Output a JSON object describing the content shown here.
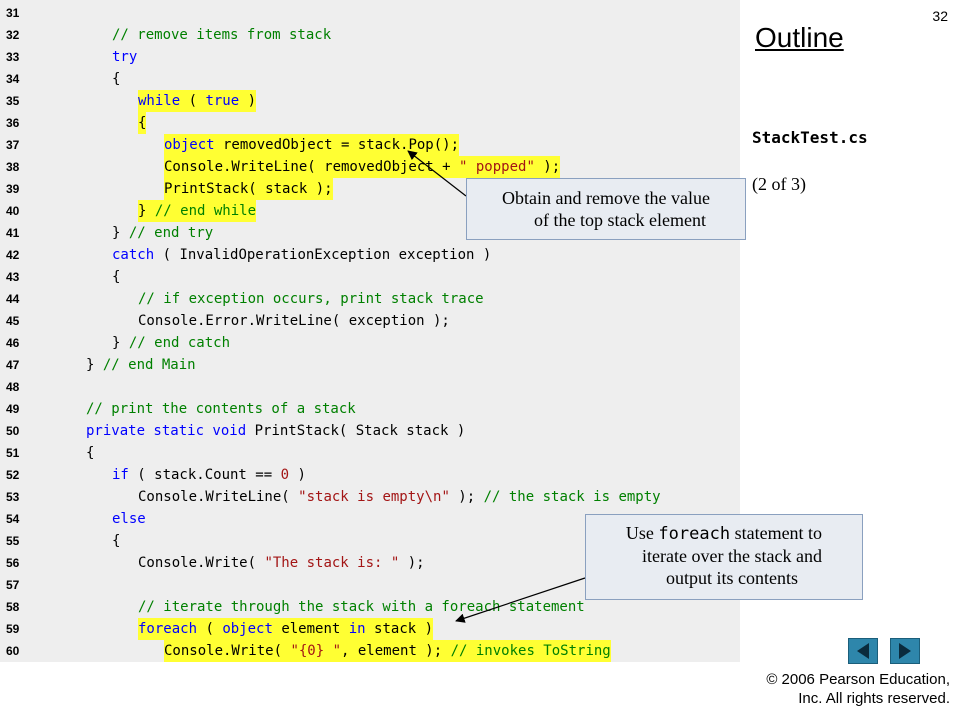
{
  "slide_number": "32",
  "outline": {
    "title": "Outline"
  },
  "sidebar": {
    "filename": "StackTest.cs",
    "page_of": "(2 of 3)"
  },
  "callouts": {
    "pop": {
      "line1": "Obtain and remove the value",
      "line2": "of the top stack element"
    },
    "foreach": {
      "prefix": "Use ",
      "keyword": "foreach",
      "suffix": " statement to",
      "line2": "iterate over the stack and",
      "line3": "output its contents"
    }
  },
  "copyright": {
    "line1": "© 2006 Pearson Education,",
    "line2": "Inc.  All rights reserved."
  },
  "nav": {
    "prev_icon": "prev-arrow-icon",
    "next_icon": "next-arrow-icon",
    "color": "#2e86ab"
  },
  "code": [
    {
      "num": "31",
      "indent": 0,
      "hl": false,
      "tokens": []
    },
    {
      "num": "32",
      "indent": 2,
      "hl": false,
      "tokens": [
        {
          "t": "cm",
          "v": "// remove items from stack"
        }
      ]
    },
    {
      "num": "33",
      "indent": 2,
      "hl": false,
      "tokens": [
        {
          "t": "kw",
          "v": "try"
        }
      ]
    },
    {
      "num": "34",
      "indent": 2,
      "hl": false,
      "tokens": [
        {
          "t": "n",
          "v": "{"
        }
      ]
    },
    {
      "num": "35",
      "indent": 3,
      "hl": true,
      "tokens": [
        {
          "t": "kw",
          "v": "while"
        },
        {
          "t": "n",
          "v": " ( "
        },
        {
          "t": "kw",
          "v": "true"
        },
        {
          "t": "n",
          "v": " )"
        }
      ]
    },
    {
      "num": "36",
      "indent": 3,
      "hl": true,
      "tokens": [
        {
          "t": "n",
          "v": "{"
        }
      ]
    },
    {
      "num": "37",
      "indent": 4,
      "hl": true,
      "tokens": [
        {
          "t": "kw",
          "v": "object"
        },
        {
          "t": "n",
          "v": " removedObject = stack.Pop();"
        }
      ]
    },
    {
      "num": "38",
      "indent": 4,
      "hl": true,
      "tokens": [
        {
          "t": "n",
          "v": "Console.WriteLine( removedObject + "
        },
        {
          "t": "st",
          "v": "\" popped\""
        },
        {
          "t": "n",
          "v": " );"
        }
      ]
    },
    {
      "num": "39",
      "indent": 4,
      "hl": true,
      "tokens": [
        {
          "t": "n",
          "v": "PrintStack( stack );"
        }
      ]
    },
    {
      "num": "40",
      "indent": 3,
      "hl": true,
      "tokens": [
        {
          "t": "n",
          "v": "} "
        },
        {
          "t": "cm",
          "v": "// end while"
        }
      ]
    },
    {
      "num": "41",
      "indent": 2,
      "hl": false,
      "tokens": [
        {
          "t": "n",
          "v": "} "
        },
        {
          "t": "cm",
          "v": "// end try"
        }
      ]
    },
    {
      "num": "42",
      "indent": 2,
      "hl": false,
      "tokens": [
        {
          "t": "kw",
          "v": "catch"
        },
        {
          "t": "n",
          "v": " ( InvalidOperationException exception )"
        }
      ]
    },
    {
      "num": "43",
      "indent": 2,
      "hl": false,
      "tokens": [
        {
          "t": "n",
          "v": "{"
        }
      ]
    },
    {
      "num": "44",
      "indent": 3,
      "hl": false,
      "tokens": [
        {
          "t": "cm",
          "v": "// if exception occurs, print stack trace"
        }
      ]
    },
    {
      "num": "45",
      "indent": 3,
      "hl": false,
      "tokens": [
        {
          "t": "n",
          "v": "Console.Error.WriteLine( exception );"
        }
      ]
    },
    {
      "num": "46",
      "indent": 2,
      "hl": false,
      "tokens": [
        {
          "t": "n",
          "v": "} "
        },
        {
          "t": "cm",
          "v": "// end catch"
        }
      ]
    },
    {
      "num": "47",
      "indent": 1,
      "hl": false,
      "tokens": [
        {
          "t": "n",
          "v": "} "
        },
        {
          "t": "cm",
          "v": "// end Main"
        }
      ]
    },
    {
      "num": "48",
      "indent": 0,
      "hl": false,
      "tokens": []
    },
    {
      "num": "49",
      "indent": 1,
      "hl": false,
      "tokens": [
        {
          "t": "cm",
          "v": "// print the contents of a stack"
        }
      ]
    },
    {
      "num": "50",
      "indent": 1,
      "hl": false,
      "tokens": [
        {
          "t": "kw",
          "v": "private static void"
        },
        {
          "t": "n",
          "v": " PrintStack( Stack stack )"
        }
      ]
    },
    {
      "num": "51",
      "indent": 1,
      "hl": false,
      "tokens": [
        {
          "t": "n",
          "v": "{"
        }
      ]
    },
    {
      "num": "52",
      "indent": 2,
      "hl": false,
      "tokens": [
        {
          "t": "kw",
          "v": "if"
        },
        {
          "t": "n",
          "v": " ( stack.Count == "
        },
        {
          "t": "st",
          "v": "0"
        },
        {
          "t": "n",
          "v": " )"
        }
      ]
    },
    {
      "num": "53",
      "indent": 3,
      "hl": false,
      "tokens": [
        {
          "t": "n",
          "v": "Console.WriteLine( "
        },
        {
          "t": "st",
          "v": "\"stack is empty\\n\""
        },
        {
          "t": "n",
          "v": " ); "
        },
        {
          "t": "cm",
          "v": "// the stack is empty"
        }
      ]
    },
    {
      "num": "54",
      "indent": 2,
      "hl": false,
      "tokens": [
        {
          "t": "kw",
          "v": "else"
        }
      ]
    },
    {
      "num": "55",
      "indent": 2,
      "hl": false,
      "tokens": [
        {
          "t": "n",
          "v": "{"
        }
      ]
    },
    {
      "num": "56",
      "indent": 3,
      "hl": false,
      "tokens": [
        {
          "t": "n",
          "v": "Console.Write( "
        },
        {
          "t": "st",
          "v": "\"The stack is: \""
        },
        {
          "t": "n",
          "v": " );"
        }
      ]
    },
    {
      "num": "57",
      "indent": 0,
      "hl": false,
      "tokens": []
    },
    {
      "num": "58",
      "indent": 3,
      "hl": false,
      "tokens": [
        {
          "t": "cm",
          "v": "// iterate through the stack with a foreach statement"
        }
      ]
    },
    {
      "num": "59",
      "indent": 3,
      "hl": true,
      "tokens": [
        {
          "t": "kw",
          "v": "foreach"
        },
        {
          "t": "n",
          "v": " ( "
        },
        {
          "t": "kw",
          "v": "object"
        },
        {
          "t": "n",
          "v": " element "
        },
        {
          "t": "kw",
          "v": "in"
        },
        {
          "t": "n",
          "v": " stack )"
        }
      ]
    },
    {
      "num": "60",
      "indent": 4,
      "hl": true,
      "tokens": [
        {
          "t": "n",
          "v": "Console.Write( "
        },
        {
          "t": "st",
          "v": "\"{0} \""
        },
        {
          "t": "n",
          "v": ", element ); "
        },
        {
          "t": "cm",
          "v": "// invokes ToString"
        }
      ]
    }
  ]
}
